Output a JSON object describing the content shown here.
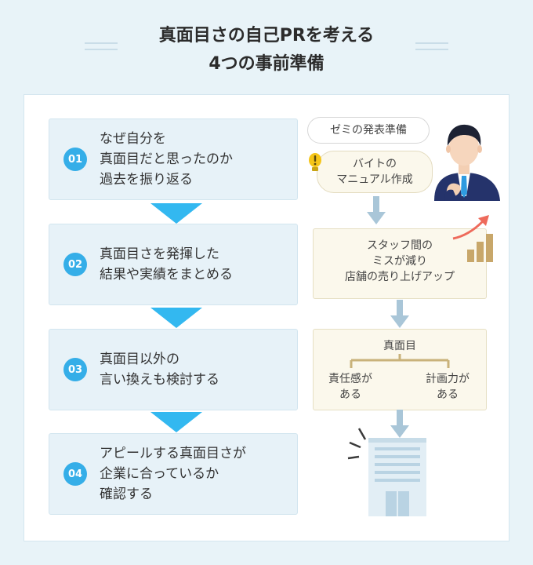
{
  "title": {
    "line1": "真面目さの自己PRを考える",
    "line2": "4つの事前準備"
  },
  "steps": [
    {
      "num": "01",
      "text": "なぜ自分を\n真面目だと思ったのか\n過去を振り返る"
    },
    {
      "num": "02",
      "text": "真面目さを発揮した\n結果や実績をまとめる"
    },
    {
      "num": "03",
      "text": "真面目以外の\n言い換えも検討する"
    },
    {
      "num": "04",
      "text": "アピールする真面目さが\n企業に合っているか\n確認する"
    }
  ],
  "example": {
    "bubble1": "ゼミの発表準備",
    "bubble2": "バイトの\nマニュアル作成",
    "result": "スタッフ間の\nミスが減り\n店舗の売り上げアップ",
    "trait": "真面目",
    "branch_left": "責任感が\nある",
    "branch_right": "計画力が\nある"
  },
  "colors": {
    "accent": "#35aee8",
    "arrow": "#33b8f0",
    "step_bg": "#e7f2f8",
    "example_bg": "#fbf8ec",
    "branch_line": "#c9b27a",
    "small_arrow": "#a9c6d8"
  },
  "icons": {
    "person": "businessman-icon",
    "idea": "lightbulb-icon",
    "growth": "bar-chart-up-icon",
    "company": "office-building-icon"
  }
}
